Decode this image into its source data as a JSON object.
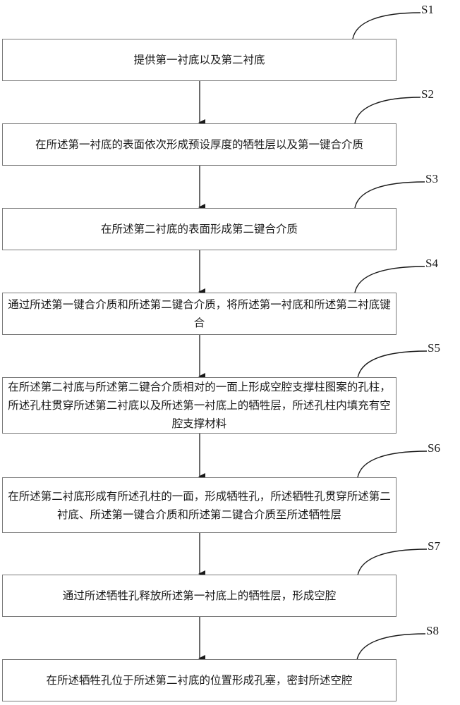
{
  "steps": [
    {
      "id": "S1",
      "text": "提供第一衬底以及第二衬底"
    },
    {
      "id": "S2",
      "text": "在所述第一衬底的表面依次形成预设厚度的牺牲层以及第一键合介质"
    },
    {
      "id": "S3",
      "text": "在所述第二衬底的表面形成第二键合介质"
    },
    {
      "id": "S4",
      "text": "通过所述第一键合介质和所述第二键合介质，将所述第一衬底和所述第二衬底键合"
    },
    {
      "id": "S5",
      "text": "在所述第二衬底与所述第二键合介质相对的一面上形成空腔支撑柱图案的孔柱，所述孔柱贯穿所述第二衬底以及所述第一衬底上的牺牲层，所述孔柱内填充有空腔支撑材料"
    },
    {
      "id": "S6",
      "text": "在所述第二衬底形成有所述孔柱的一面，形成牺牲孔，所述牺牲孔贯穿所述第二衬底、所述第一键合介质和所述第二键合介质至所述牺牲层"
    },
    {
      "id": "S7",
      "text": "通过所述牺牲孔释放所述第一衬底上的牺牲层，形成空腔"
    },
    {
      "id": "S8",
      "text": "在所述牺牲孔位于所述第二衬底的位置形成孔塞，密封所述空腔"
    }
  ]
}
